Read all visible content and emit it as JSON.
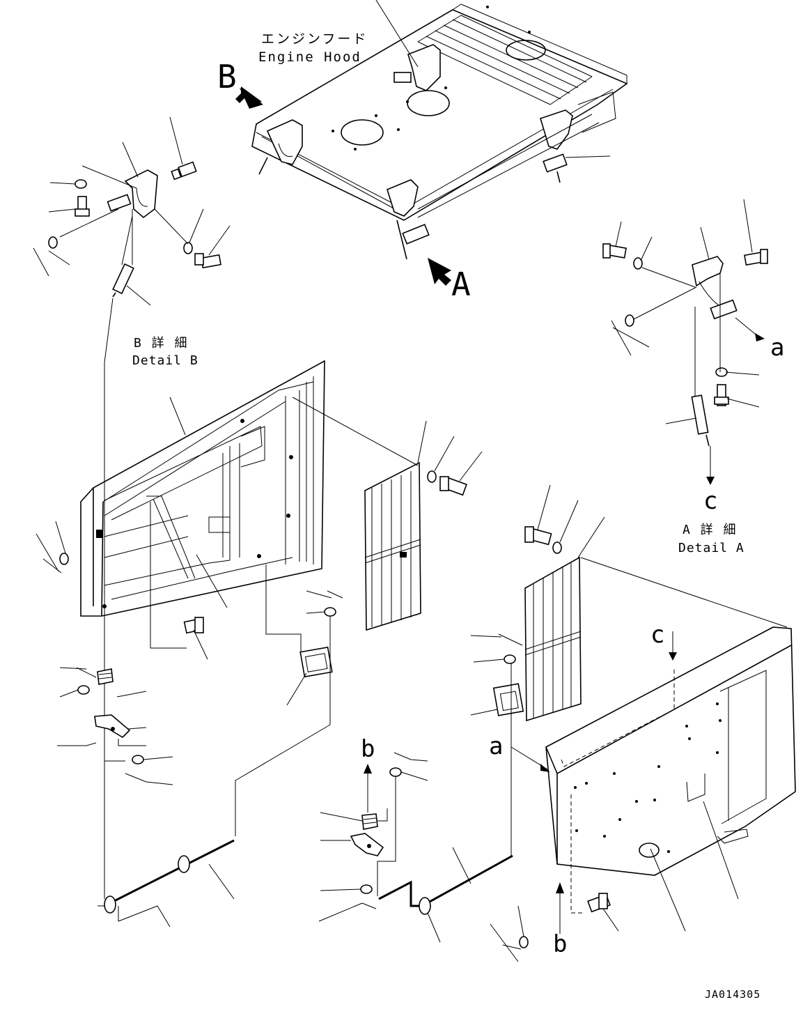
{
  "title_jp": "エンジンフード",
  "title_en": "Engine Hood",
  "views": {
    "a": "A",
    "b": "B"
  },
  "detail_b": {
    "jp": "B 詳 細",
    "en": "Detail B"
  },
  "detail_a": {
    "jp": "A 詳 細",
    "en": "Detail A"
  },
  "refs": {
    "a": "a",
    "b": "b",
    "c": "c"
  },
  "drawing_number": "JA014305"
}
